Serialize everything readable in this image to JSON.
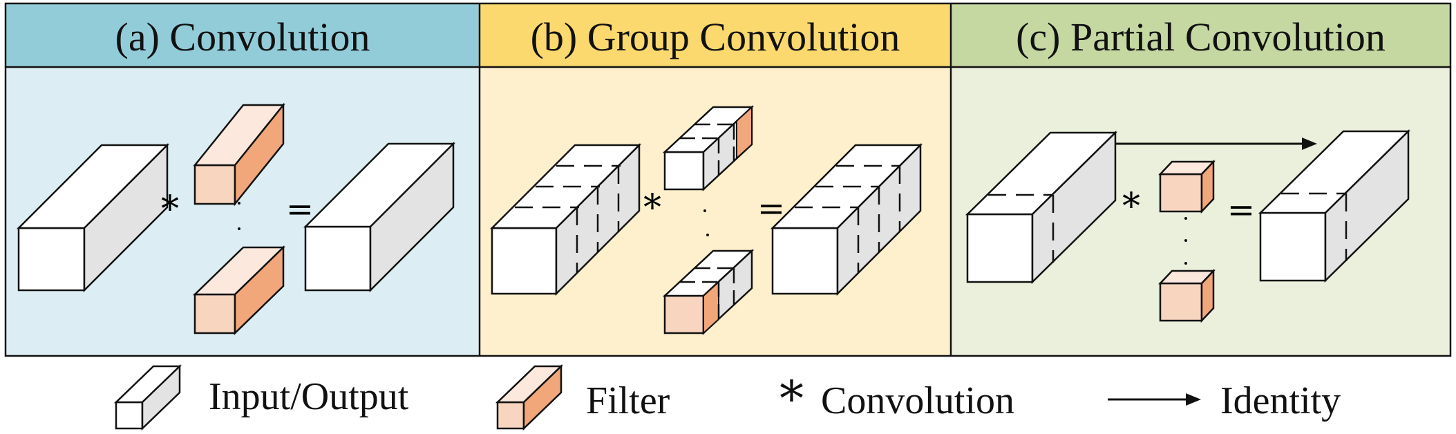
{
  "panels": [
    {
      "key": "a",
      "title": "(a) Convolution",
      "header_color": "#93CCD9",
      "body_color": "#DCEEF3"
    },
    {
      "key": "b",
      "title": "(b) Group Convolution",
      "header_color": "#FCD96E",
      "body_color": "#FEF0CC"
    },
    {
      "key": "c",
      "title": "(c) Partial Convolution",
      "header_color": "#C5D8A2",
      "body_color": "#EAF0DC"
    }
  ],
  "symbols": {
    "convolution": "*",
    "equals": "="
  },
  "legend": {
    "input_output": "Input/Output",
    "filter": "Filter",
    "convolution_symbol": "*",
    "convolution": "Convolution",
    "identity": "Identity"
  },
  "colors": {
    "cube_front": "#FFFFFF",
    "cube_top": "#FFFFFF",
    "cube_side": "#E3E3E3",
    "filter_front": "#F8D5BF",
    "filter_top": "#FCE8DC",
    "filter_side": "#F1A77A",
    "stroke": "#111111"
  }
}
